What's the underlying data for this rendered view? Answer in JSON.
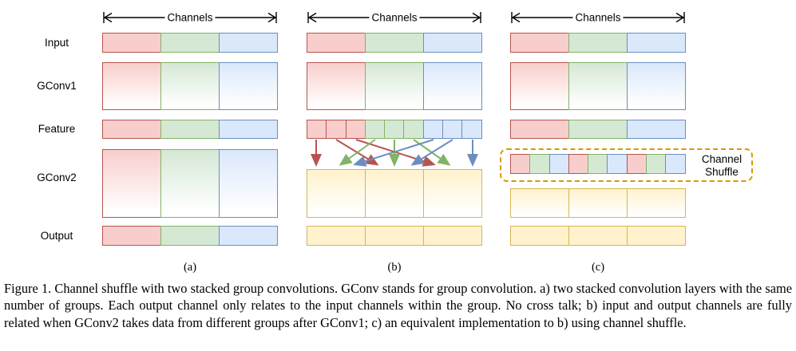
{
  "figure": {
    "channels_axis_label": "Channels",
    "row_labels": [
      "Input",
      "GConv1",
      "Feature",
      "GConv2",
      "Output"
    ],
    "panel_labels": [
      "(a)",
      "(b)",
      "(c)"
    ],
    "channel_shuffle_label": [
      "Channel",
      "Shuffle"
    ],
    "groups": [
      "red",
      "green",
      "blue"
    ],
    "colors": {
      "red_fill": "#f8cecc",
      "red_stroke": "#b85450",
      "green_fill": "#d5e8d4",
      "green_stroke": "#82b366",
      "blue_fill": "#dae8fc",
      "blue_stroke": "#6c8ebf",
      "yellow_fill": "#fff2cc",
      "yellow_stroke": "#d6b656",
      "shuffle_box_stroke": "#d79b00",
      "axis_stroke": "#000000"
    },
    "panel_b_feature_cells": [
      "red",
      "red",
      "red",
      "green",
      "green",
      "green",
      "blue",
      "blue",
      "blue"
    ],
    "panel_c_shuffled_cells": [
      "red",
      "green",
      "blue",
      "red",
      "green",
      "blue",
      "red",
      "green",
      "blue"
    ],
    "panel_b_arrow_mapping": [
      {
        "from": "red-1",
        "to": "gconv2-block-1"
      },
      {
        "from": "red-2",
        "to": "gconv2-block-2"
      },
      {
        "from": "red-3",
        "to": "gconv2-block-3"
      },
      {
        "from": "green-1",
        "to": "gconv2-block-1"
      },
      {
        "from": "green-2",
        "to": "gconv2-block-2"
      },
      {
        "from": "green-3",
        "to": "gconv2-block-3"
      },
      {
        "from": "blue-1",
        "to": "gconv2-block-1"
      },
      {
        "from": "blue-2",
        "to": "gconv2-block-2"
      },
      {
        "from": "blue-3",
        "to": "gconv2-block-3"
      }
    ]
  },
  "caption": {
    "text": "Figure 1. Channel shuffle with two stacked group convolutions. GConv stands for group convolution. a) two stacked convolution layers with the same number of groups. Each output channel only relates to the input channels within the group. No cross talk; b) input and output channels are fully related when GConv2 takes data from different groups after GConv1; c) an equivalent implementation to b) using channel shuffle."
  }
}
